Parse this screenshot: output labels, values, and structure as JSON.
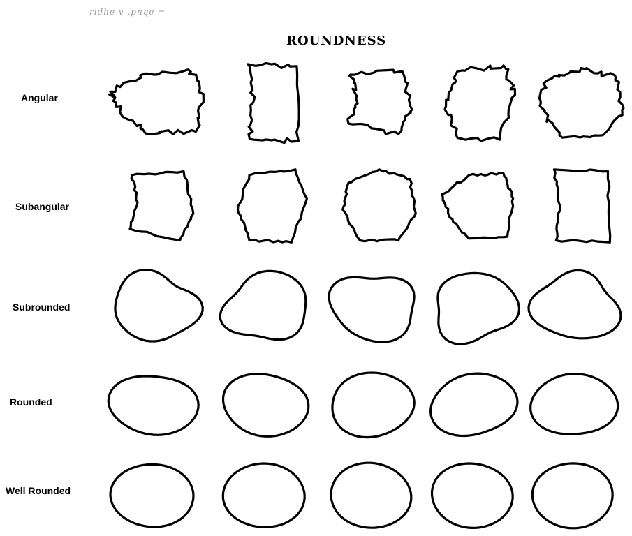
{
  "header": {
    "faint_text": "ridhe v ,pnqe =",
    "title": "ROUNDNESS"
  },
  "rows": [
    {
      "label": "Angular"
    },
    {
      "label": "Subangular"
    },
    {
      "label": "Subrounded"
    },
    {
      "label": "Rounded"
    },
    {
      "label": "Well Rounded"
    }
  ],
  "grain_icons": [
    [
      "angular-grain-icon-1",
      "angular-grain-icon-2",
      "angular-grain-icon-3",
      "angular-grain-icon-4",
      "angular-grain-icon-5"
    ],
    [
      "subangular-grain-icon-1",
      "subangular-grain-icon-2",
      "subangular-grain-icon-3",
      "subangular-grain-icon-4",
      "subangular-grain-icon-5"
    ],
    [
      "subrounded-grain-icon-1",
      "subrounded-grain-icon-2",
      "subrounded-grain-icon-3",
      "subrounded-grain-icon-4",
      "subrounded-grain-icon-5"
    ],
    [
      "rounded-grain-icon-1",
      "rounded-grain-icon-2",
      "rounded-grain-icon-3",
      "rounded-grain-icon-4",
      "rounded-grain-icon-5"
    ],
    [
      "well-rounded-grain-icon-1",
      "well-rounded-grain-icon-2",
      "well-rounded-grain-icon-3",
      "well-rounded-grain-icon-4",
      "well-rounded-grain-icon-5"
    ]
  ]
}
